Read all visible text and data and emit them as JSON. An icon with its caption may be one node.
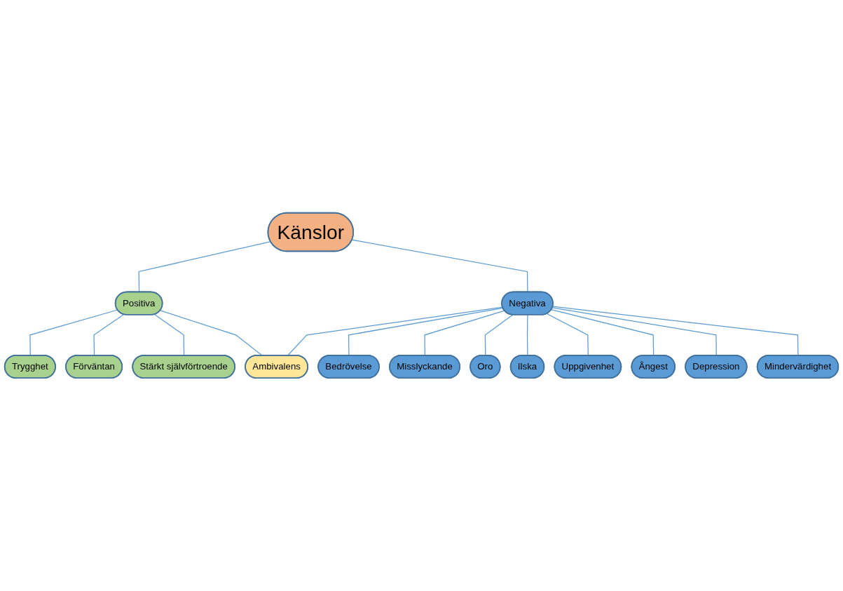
{
  "diagram": {
    "nodes": [
      {
        "text": [
          "Känslor"
        ]
      },
      {
        "text": [
          "Positiva"
        ]
      },
      {
        "text": [
          "Negativa"
        ]
      },
      {
        "text": [
          "Ambivalens"
        ]
      },
      {
        "text": [
          "Trygghet"
        ]
      },
      {
        "text": [
          "Förväntan"
        ]
      },
      {
        "text": [
          "Stärkt självförtroende"
        ]
      },
      {
        "text": [
          "Bedrövelse"
        ]
      },
      {
        "text": [
          "Misslyckande"
        ]
      },
      {
        "text": [
          "Oro"
        ]
      },
      {
        "text": [
          "Ilska"
        ]
      },
      {
        "text": [
          "Uppgivenhet"
        ]
      },
      {
        "text": [
          "Ångest"
        ]
      },
      {
        "text": [
          "Depression"
        ]
      },
      {
        "text": [
          "Mindervärdighet"
        ]
      }
    ],
    "edges": [
      {
        "from": 0,
        "to": 1,
        "arrow": "none"
      },
      {
        "from": 0,
        "to": 2,
        "arrow": "none"
      },
      {
        "from": 1,
        "to": 4,
        "arrow": "none"
      },
      {
        "from": 1,
        "to": 5,
        "arrow": "none"
      },
      {
        "from": 1,
        "to": 6,
        "arrow": "none"
      },
      {
        "from": 1,
        "to": 3,
        "arrow": "none"
      },
      {
        "from": 2,
        "to": 3,
        "arrow": "none"
      },
      {
        "from": 2,
        "to": 7,
        "arrow": "none"
      },
      {
        "from": 2,
        "to": 8,
        "arrow": "none"
      },
      {
        "from": 2,
        "to": 9,
        "arrow": "none"
      },
      {
        "from": 2,
        "to": 10,
        "arrow": "none"
      },
      {
        "from": 2,
        "to": 11,
        "arrow": "none"
      },
      {
        "from": 2,
        "to": 12,
        "arrow": "none"
      },
      {
        "from": 2,
        "to": 13,
        "arrow": "none"
      },
      {
        "from": 2,
        "to": 14,
        "arrow": "none"
      }
    ]
  }
}
